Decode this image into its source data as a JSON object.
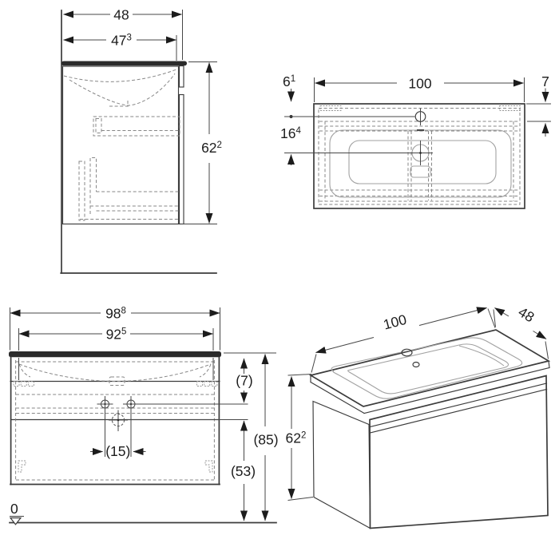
{
  "colors": {
    "line": "#3c3c3c",
    "dashed": "#878787",
    "basin_outline": "#a2a2a2",
    "text": "#1c1c1c",
    "background": "#ffffff"
  },
  "views": {
    "side": {
      "dims": {
        "width": {
          "value": "48",
          "sup": ""
        },
        "top_width": {
          "value": "47",
          "sup": "3"
        },
        "height": {
          "value": "62",
          "sup": "2"
        }
      }
    },
    "top": {
      "dims": {
        "tap_setback": {
          "value": "6",
          "sup": "1"
        },
        "width": {
          "value": "100",
          "sup": ""
        },
        "rim": {
          "value": "7",
          "sup": ""
        },
        "drain_setback": {
          "value": "16",
          "sup": "4"
        }
      }
    },
    "front": {
      "dims": {
        "width": {
          "value": "98",
          "sup": "8"
        },
        "inner_width": {
          "value": "92",
          "sup": "5"
        },
        "offset_holes": {
          "value": "(7)",
          "sup": ""
        },
        "holes_spacing": {
          "value": "(15)",
          "sup": ""
        },
        "height_top": {
          "value": "(85)",
          "sup": ""
        },
        "height_clearance": {
          "value": "(53)",
          "sup": ""
        },
        "datum": {
          "value": "0",
          "sup": ""
        }
      }
    },
    "perspective": {
      "dims": {
        "width": {
          "value": "100",
          "sup": ""
        },
        "depth": {
          "value": "48",
          "sup": ""
        },
        "height": {
          "value": "62",
          "sup": "2"
        }
      }
    }
  }
}
